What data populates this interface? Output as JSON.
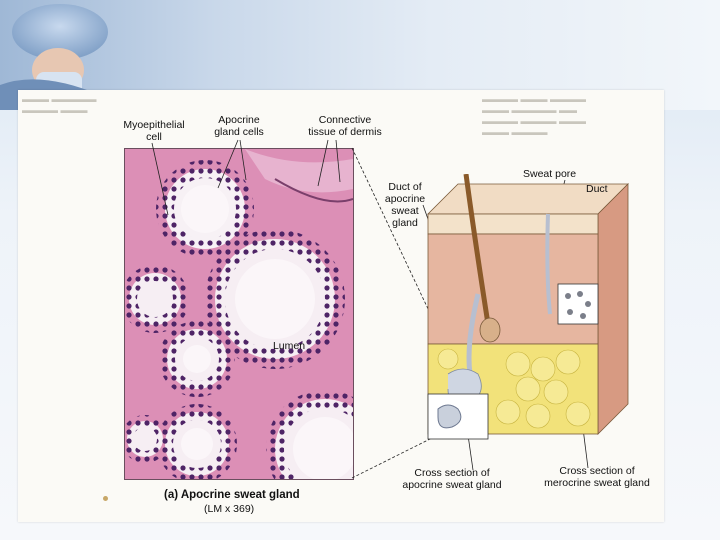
{
  "labels": {
    "myoepithelial_cell": [
      "Myoepithelial",
      "cell"
    ],
    "apocrine_gland_cells": [
      "Apocrine",
      "gland cells"
    ],
    "connective_tissue": [
      "Connective",
      "tissue of dermis"
    ],
    "lumen": "Lumen",
    "sweat_pore": "Sweat pore",
    "duct": "Duct",
    "duct_of_apocrine": [
      "Duct of",
      "apocrine",
      "sweat",
      "gland"
    ],
    "cross_section_apocrine": [
      "Cross section of",
      "apocrine sweat gland"
    ],
    "cross_section_merocrine": [
      "Cross section of",
      "merocrine sweat gland"
    ]
  },
  "caption": {
    "title": "(a) Apocrine sweat gland",
    "magnification": "(LM x 369)"
  },
  "colors": {
    "tissue_pink": "#e9a7c7",
    "nucleus_purple": "#5b2f7a",
    "fat_yellow": "#f2e27a",
    "dermis_pink": "#e6b6a0",
    "epidermis": "#f1dcc4"
  }
}
